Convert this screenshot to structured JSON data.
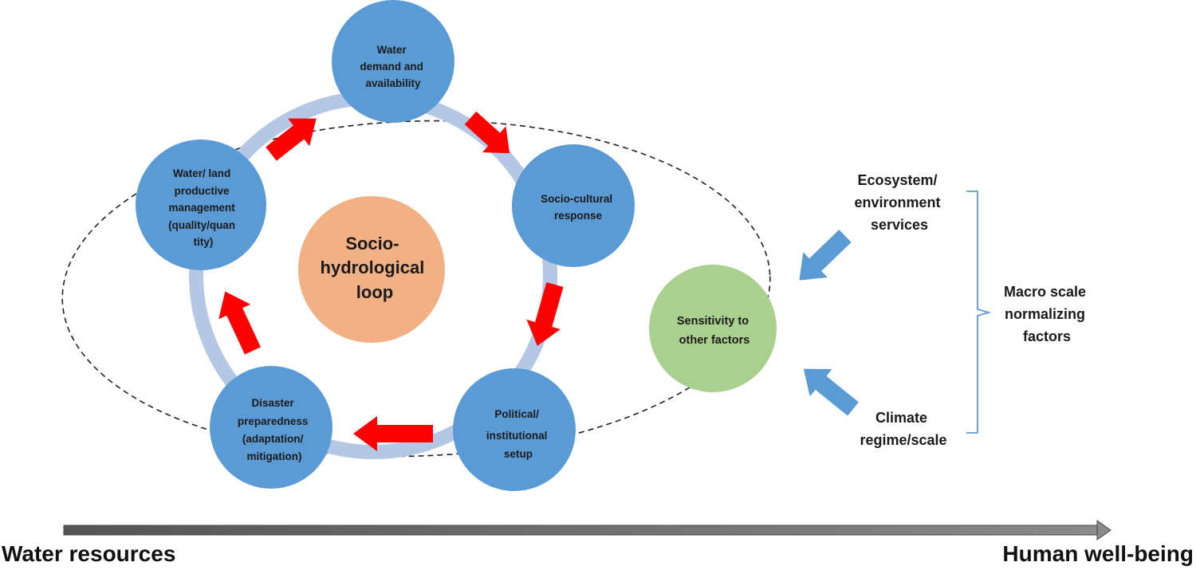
{
  "center": {
    "lines": [
      "Socio-",
      "hydrological",
      "loop"
    ]
  },
  "nodes": {
    "water_demand": [
      "Water",
      "demand and",
      "availability"
    ],
    "socio_cultural": [
      "Socio-cultural",
      "response"
    ],
    "political": [
      "Political/",
      "institutional",
      "setup"
    ],
    "disaster": [
      "Disaster",
      "preparedness",
      "(adaptation/",
      "mitigation)"
    ],
    "water_land": [
      "Water/ land",
      "productive",
      "management",
      "(quality/quan",
      "tity)"
    ],
    "sensitivity": [
      "Sensitivity to",
      "other factors"
    ]
  },
  "external": {
    "ecosystem": [
      "Ecosystem/",
      "environment",
      "services"
    ],
    "climate": [
      "Climate",
      "regime/scale"
    ],
    "macro": [
      "Macro scale",
      "normalizing",
      "factors"
    ]
  },
  "axis": {
    "left_label": "Water resources",
    "right_label": "Human well-being"
  },
  "colors": {
    "node_blue": "#5b9bd5",
    "ring": "#b4c8e6",
    "center": "#f2b085",
    "sensitivity_green": "#a9d08e",
    "red_arrow": "#ff0000",
    "blue_arrow": "#5b9bd5"
  }
}
